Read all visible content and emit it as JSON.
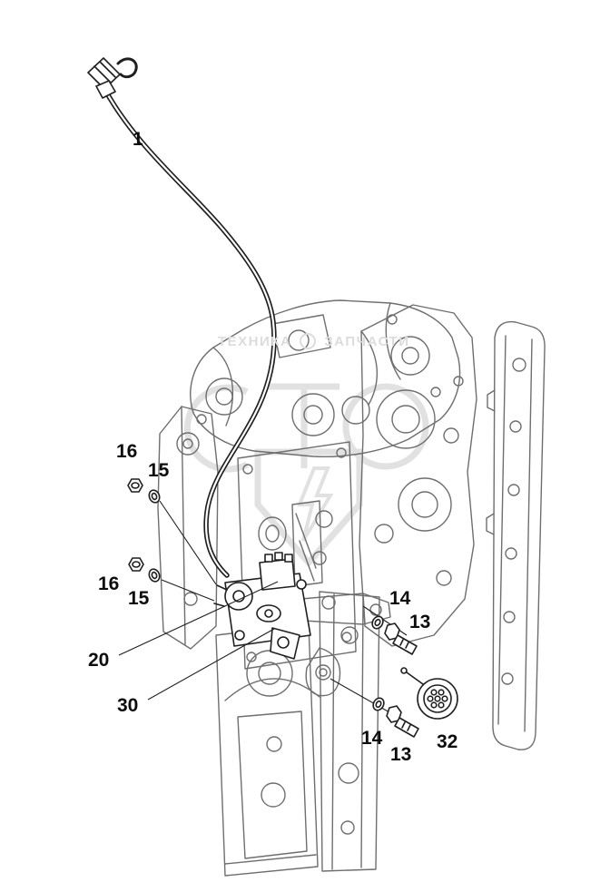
{
  "watermark": {
    "line1": "ТЕХНИКА",
    "line2": "ЗАПЧАСТИ"
  },
  "labels": {
    "cable": "1",
    "nut_upper": "16",
    "washer_upper": "15",
    "nut_lower": "16",
    "washer_lower": "15",
    "switch_assembly": "20",
    "lever": "30",
    "washer_bracket_upper": "14",
    "bolt_bracket_upper": "13",
    "washer_bracket_lower": "14",
    "bolt_bracket_lower": "13",
    "connector_plug": "32"
  },
  "colors": {
    "outline": "#6e6e6e",
    "dark": "#1f1f1f",
    "watermark": "#dcdcdc",
    "label_text": "#0d0d0d",
    "background": "#ffffff"
  }
}
